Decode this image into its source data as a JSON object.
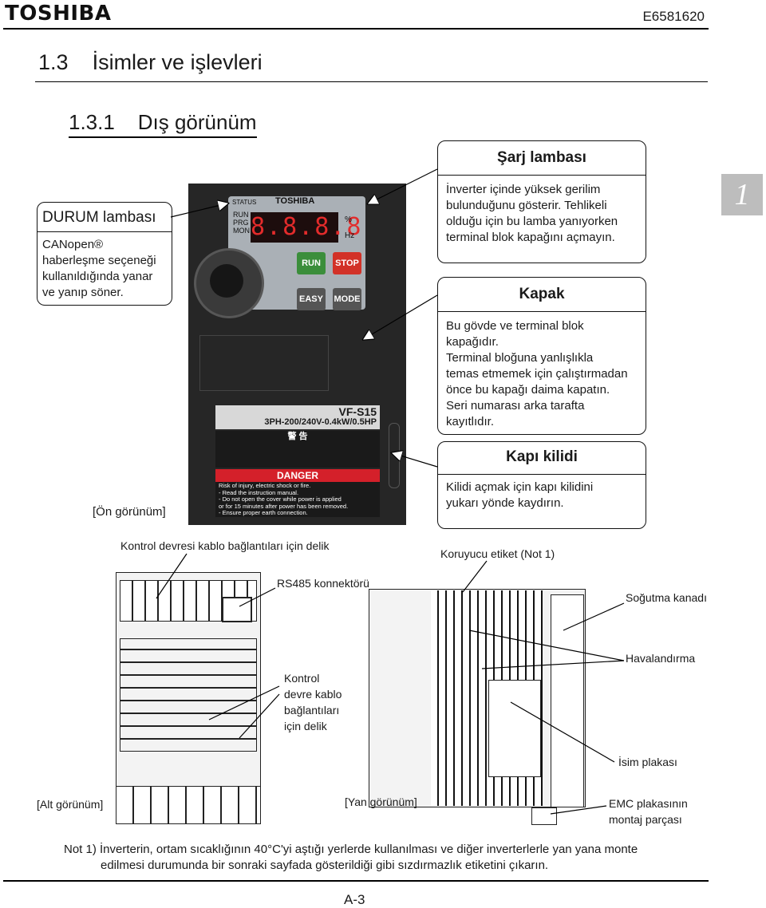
{
  "header": {
    "brand": "TOSHIBA",
    "doc_number": "E6581620"
  },
  "section": {
    "number": "1.3",
    "title": "İsimler ve işlevleri"
  },
  "subsection": {
    "number": "1.3.1",
    "title": "Dış görünüm"
  },
  "chapter_tab": "1",
  "callouts": {
    "status_lamp": {
      "title": "DURUM lambası",
      "body": [
        "CANopen® haberleşme seçeneği",
        "kullanıldığında yanar",
        "ve yanıp söner."
      ]
    },
    "charge_lamp": {
      "title": "Şarj lambası",
      "body": [
        "İnverter içinde yüksek gerilim",
        "bulunduğunu gösterir. Tehlikeli",
        "olduğu için bu lamba yanıyorken",
        "terminal blok kapağını açmayın."
      ]
    },
    "cover": {
      "title": "Kapak",
      "body": [
        "Bu gövde ve terminal blok",
        "kapağıdır.",
        "Terminal bloğuna yanlışlıkla",
        "temas etmemek için çalıştırmadan",
        "önce bu kapağı daima kapatın.",
        "Seri numarası arka tarafta",
        "kayıtlıdır."
      ]
    },
    "door_lock": {
      "title": "Kapı kilidi",
      "body": [
        "Kilidi açmak için kapı kilidini",
        "yukarı yönde kaydırın."
      ]
    }
  },
  "inverter": {
    "brand": "TOSHIBA",
    "status_label": "STATUS",
    "leds": [
      "RUN",
      "PRG",
      "MON"
    ],
    "units": [
      "%",
      "Hz"
    ],
    "display": "8.8.8.8",
    "buttons": {
      "run": "RUN",
      "stop": "STOP",
      "easy": "EASY",
      "mode": "MODE"
    },
    "model": "VF-S15",
    "rating": "3PH-200/240V-0.4kW/0.5HP",
    "warn_title": "警 告",
    "danger": "DANGER",
    "danger_text": [
      "Risk of injury, electric shock or fire.",
      "- Read the instruction manual.",
      "- Do not open the cover while power is applied",
      "  or for 15 minutes after power has been removed.",
      "- Ensure proper earth connection."
    ]
  },
  "labels": {
    "front_view": "[Ön görünüm]",
    "control_hole_top": "Kontrol devresi kablo bağlantıları için delik",
    "protective_label": "Koruyucu etiket (Not 1)",
    "rs485": "RS485 konnektörü",
    "cooling_fin": "Soğutma kanadı",
    "ventilation": "Havalandırma",
    "control_hole_bottom": [
      "Kontrol",
      "devre kablo",
      "bağlantıları",
      "için delik"
    ],
    "name_plate": "İsim plakası",
    "bottom_view": "[Alt görünüm]",
    "side_view": "[Yan görünüm]",
    "emc": [
      "EMC plakasının",
      "montaj parçası"
    ]
  },
  "note": [
    "Not 1) İnverterin, ortam sıcaklığının 40°C'yi aştığı yerlerde kullanılması ve diğer inverterlerle yan yana monte",
    "edilmesi durumunda bir sonraki sayfada gösterildiği gibi sızdırmazlık etiketini çıkarın."
  ],
  "footer": {
    "page": "A-3"
  }
}
